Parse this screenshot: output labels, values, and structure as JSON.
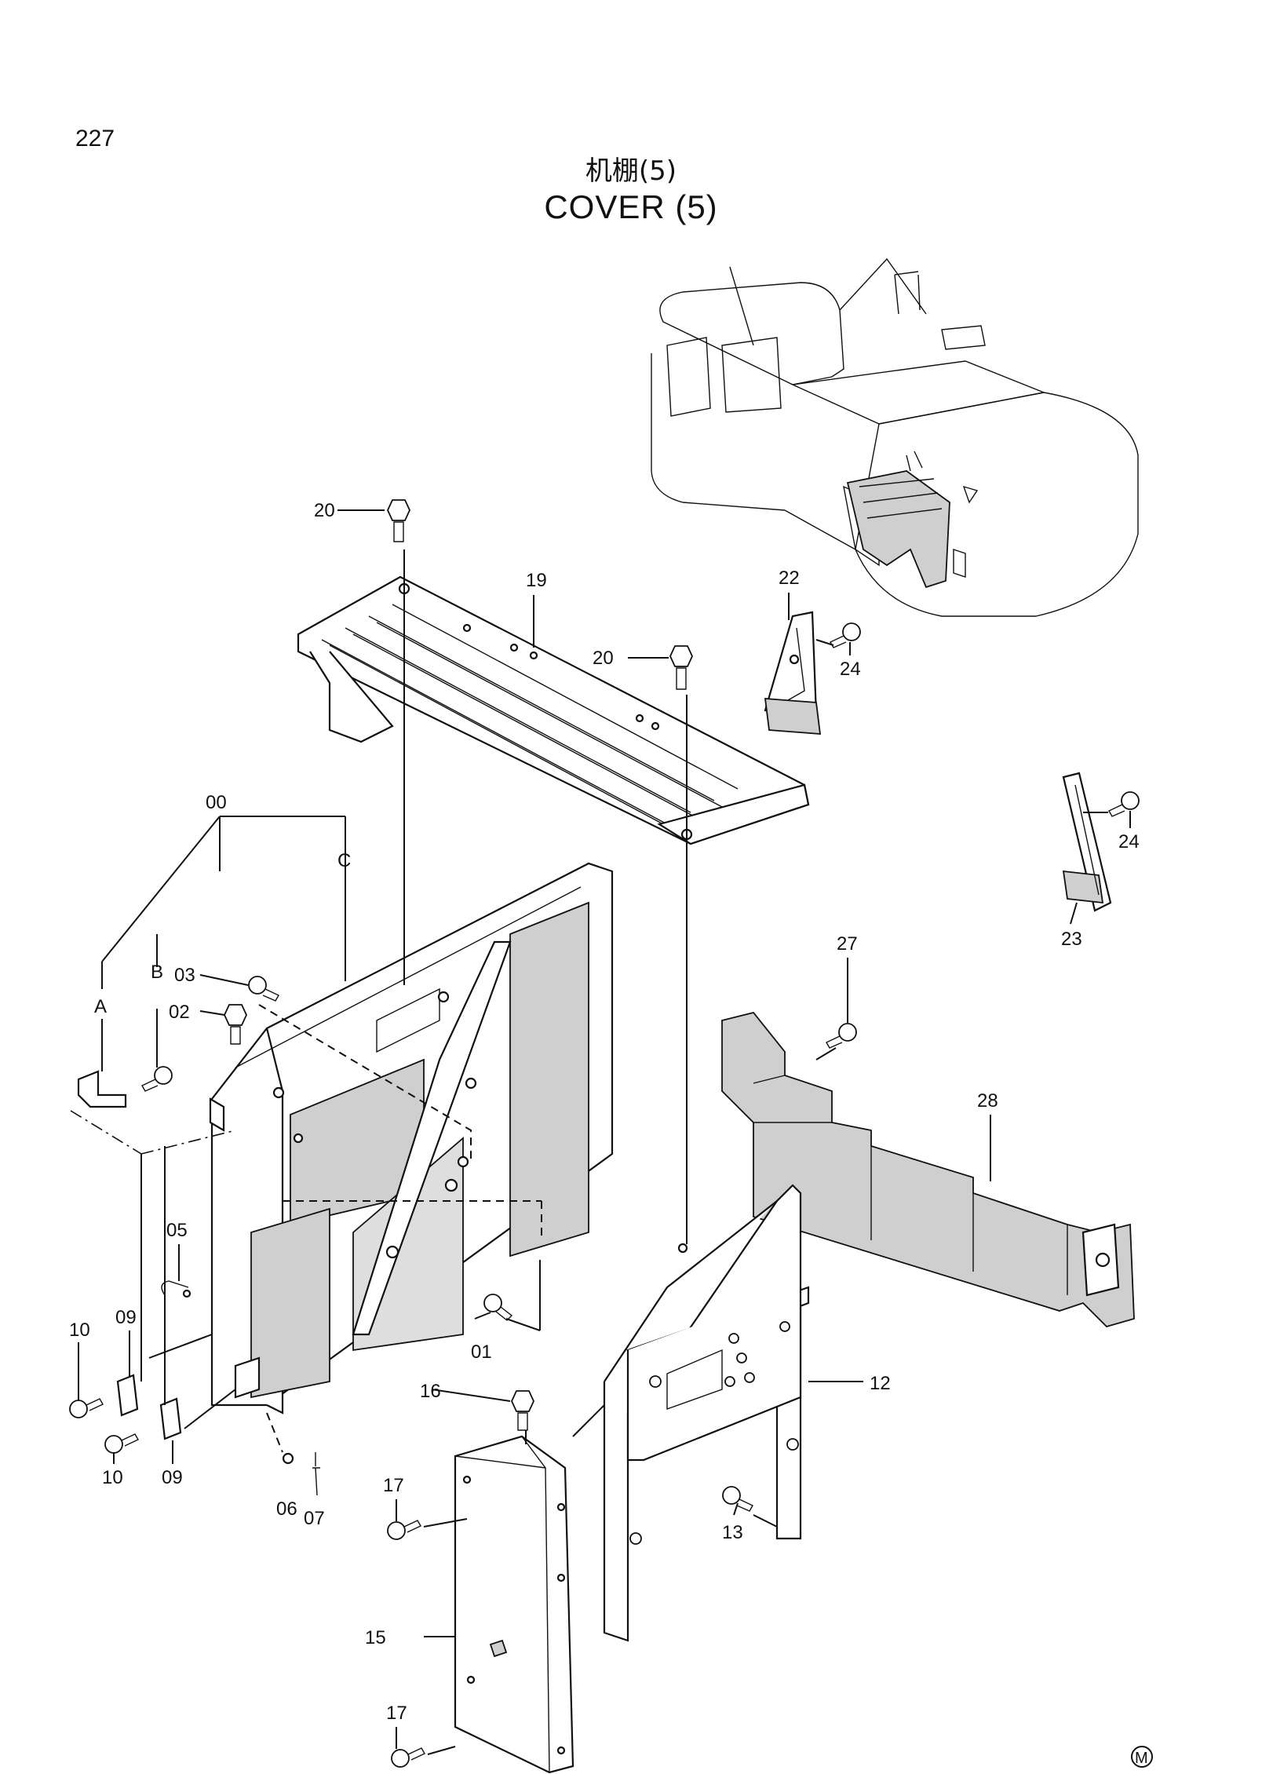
{
  "page": {
    "number": "227",
    "title_cn": "机棚(5)",
    "title_en": "COVER (5)",
    "mark": "M"
  },
  "callouts": {
    "c20a": "20",
    "c19": "19",
    "c20b": "20",
    "c22": "22",
    "c24a": "24",
    "c24b": "24",
    "c23": "23",
    "c00": "00",
    "cC": "C",
    "cB": "B",
    "cA": "A",
    "c03": "03",
    "c02": "02",
    "c27": "27",
    "c28": "28",
    "c05": "05",
    "c09a": "09",
    "c10a": "10",
    "c01": "01",
    "c16": "16",
    "c12": "12",
    "c10b": "10",
    "c09b": "09",
    "c06": "06",
    "c07": "07",
    "c17a": "17",
    "c13": "13",
    "c15": "15",
    "c17b": "17"
  }
}
